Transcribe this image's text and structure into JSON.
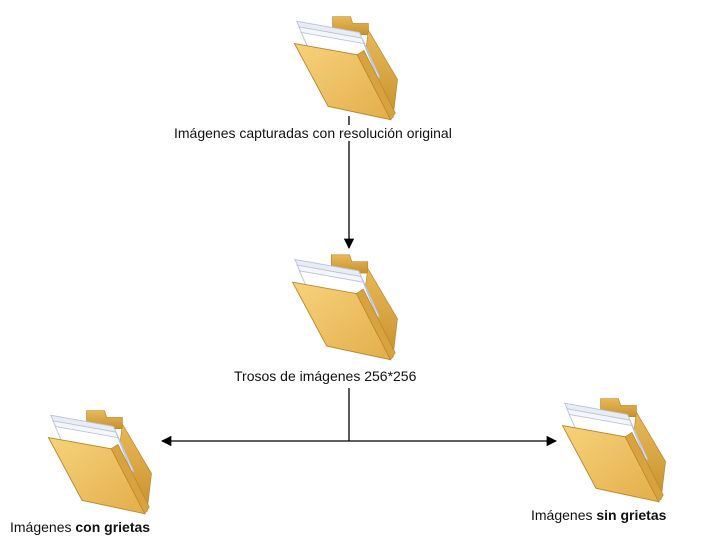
{
  "nodes": {
    "original": {
      "label": "Imágenes capturadas con resolución original",
      "icon": "folder-icon"
    },
    "patches": {
      "label": "Trosos de imágenes 256*256",
      "icon": "folder-icon"
    },
    "with_cracks": {
      "label_prefix": "Imágenes ",
      "label_bold": "con grietas",
      "icon": "folder-icon"
    },
    "without_cracks": {
      "label_prefix": "Imágenes ",
      "label_bold": "sin grietas",
      "icon": "folder-icon"
    }
  },
  "colors": {
    "folder_back": "#d9a441",
    "folder_front": "#f1c667",
    "folder_edge": "#b9862b",
    "paper": "#f4f6fb",
    "paper_edge": "#b9c3d6",
    "line": "#000000"
  }
}
